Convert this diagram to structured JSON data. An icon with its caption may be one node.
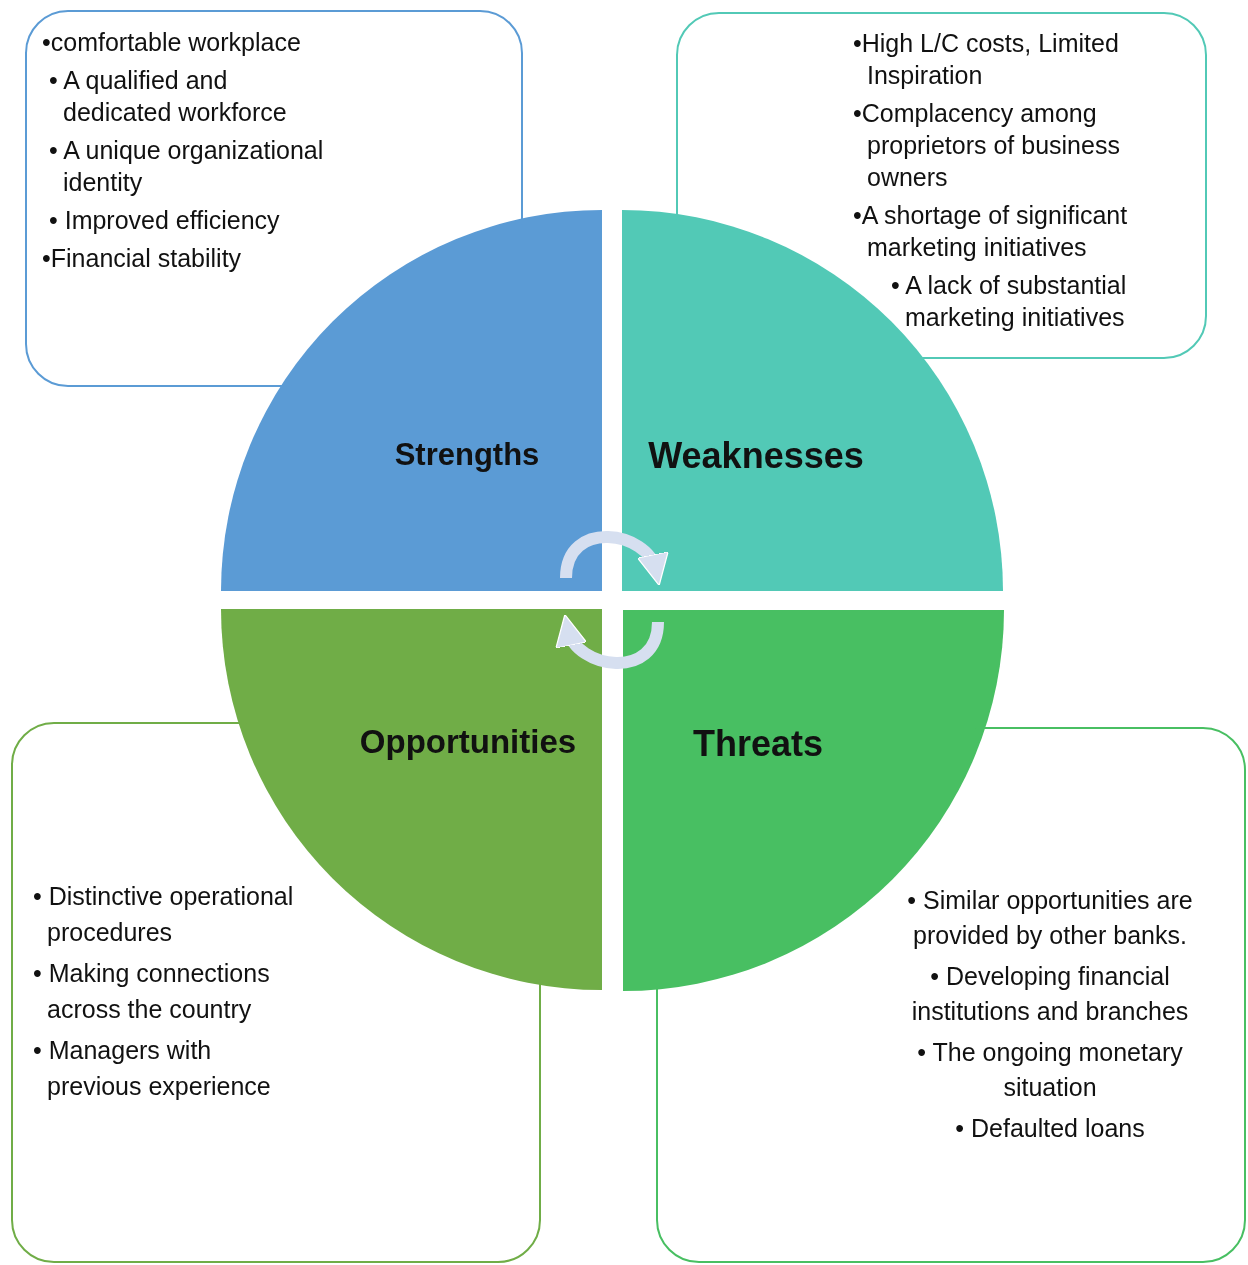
{
  "diagram": {
    "nodes": [
      {
        "text": [
          "•comfortable workplace",
          "• A qualified and dedicated workforce",
          "• A unique organizational identity",
          "• Improved efficiency",
          "•Financial stability"
        ]
      },
      {
        "text": [
          "•High L/C costs, Limited Inspiration",
          "•Complacency among proprietors of business owners",
          "•A shortage of significant marketing initiatives",
          "• A lack of substantial marketing initiatives"
        ]
      },
      {
        "text": [
          "Strengths"
        ]
      },
      {
        "text": [
          "Weaknesses"
        ]
      },
      {
        "text": [
          "Opportunities"
        ]
      },
      {
        "text": [
          "Threats"
        ]
      },
      {
        "text": [
          "• Distinctive operational procedures",
          "• Making connections across the country",
          "• Managers with previous experience"
        ]
      },
      {
        "text": [
          "• Similar opportunities are provided by other banks.",
          "• Developing financial institutions and branches",
          "• The ongoing monetary situation",
          "• Defaulted loans"
        ]
      }
    ],
    "edges": [
      {
        "from": 2,
        "to": 3,
        "arrow": "to"
      },
      {
        "from": 5,
        "to": 4,
        "arrow": "to"
      }
    ]
  }
}
